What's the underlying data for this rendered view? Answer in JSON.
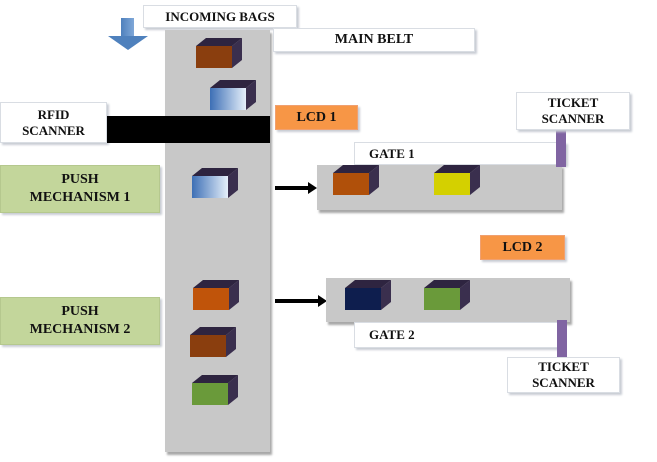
{
  "labels": {
    "incoming": "INCOMING BAGS",
    "main_belt": "MAIN BELT",
    "rfid": "RFID SCANNER",
    "lcd1": "LCD 1",
    "lcd2": "LCD 2",
    "push1": "PUSH MECHANISM 1",
    "push2": "PUSH MECHANISM 2",
    "gate1": "GATE 1",
    "gate2": "GATE 2",
    "ticket1": "TICKET SCANNER",
    "ticket2": "TICKET SCANNER"
  },
  "colors": {
    "lcd": "#f79646",
    "push": "#c3d69b",
    "belt": "#c8c8c8",
    "scanner_post": "#8064a2",
    "rfid_bar": "#000000",
    "incoming_arrow": "#4f81bd"
  },
  "bag_colors": {
    "main_belt": [
      "#8a3e0e",
      "lightblue-gradient",
      "lightblue-gradient",
      "#c0540a",
      "#8a3e0e",
      "#6a9a3a"
    ],
    "gate1": [
      "#b0500a",
      "#d4d000"
    ],
    "gate2": [
      "#0e1e4e",
      "#6a9a3a"
    ]
  }
}
